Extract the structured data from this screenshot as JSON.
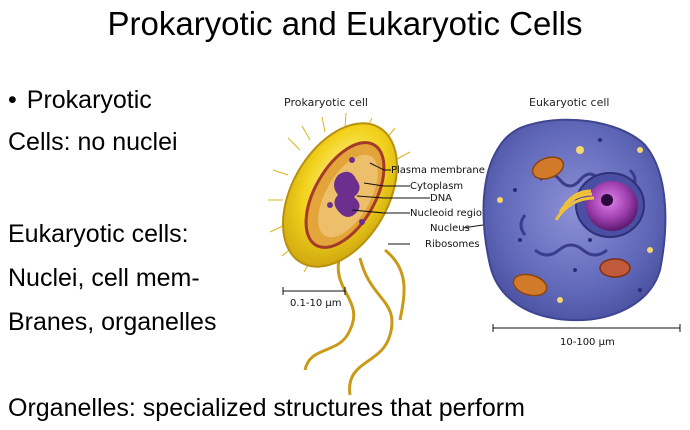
{
  "slide": {
    "title": "Prokaryotic and Eukaryotic Cells",
    "bullet_line1": "Prokaryotic",
    "line2": "Cells: no nuclei",
    "line3": "Eukaryotic cells:",
    "line4": "Nuclei, cell mem-",
    "line5": "Branes, organelles",
    "bottom_text": "Organelles: specialized structures that perform"
  },
  "diagram": {
    "prokaryotic_header": "Prokaryotic cell",
    "eukaryotic_header": "Eukaryotic cell",
    "labels": {
      "plasma_membrane": "Plasma membrane",
      "cytoplasm": "Cytoplasm",
      "dna": "DNA",
      "nucleoid_region": "Nucleoid region",
      "nucleus": "Nucleus",
      "ribosomes": "Ribosomes"
    },
    "prokaryotic_scale": "0.1-10 μm",
    "eukaryotic_scale": "10-100 μm"
  },
  "colors": {
    "bacterium_body": "#f2d21c",
    "bacterium_inner": "#e0a23a",
    "nucleoid": "#6d2f8e",
    "eukaryote_cytoplasm": "#5f67b8",
    "nucleus": "#7a2f92",
    "er": "#4b4fa3",
    "mitochondria": "#d07a2a",
    "golgi": "#f0c23a"
  }
}
